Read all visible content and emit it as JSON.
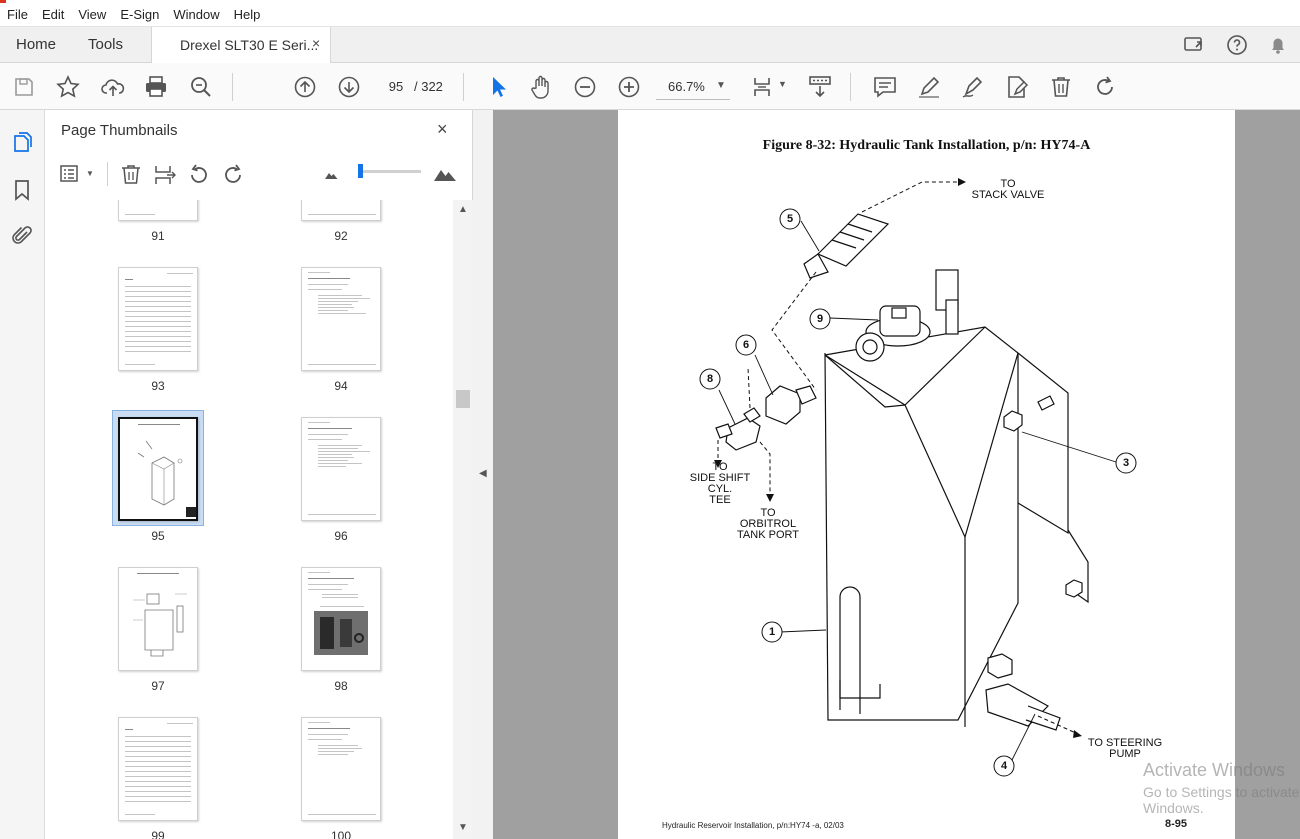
{
  "menu": [
    "File",
    "Edit",
    "View",
    "E-Sign",
    "Window",
    "Help"
  ],
  "tabs": {
    "home": "Home",
    "tools": "Tools",
    "document": "Drexel SLT30 E Seri...",
    "close": "×"
  },
  "toolbar": {
    "current_page": "95",
    "total_pages": "/ 322",
    "zoom": "66.7%"
  },
  "panel": {
    "title": "Page Thumbnails",
    "close": "×",
    "thumbnails": [
      {
        "label": "91",
        "kind": "text"
      },
      {
        "label": "92",
        "kind": "text"
      },
      {
        "label": "93",
        "kind": "text"
      },
      {
        "label": "94",
        "kind": "list"
      },
      {
        "label": "95",
        "kind": "figure",
        "selected": true
      },
      {
        "label": "96",
        "kind": "list"
      },
      {
        "label": "97",
        "kind": "figure"
      },
      {
        "label": "98",
        "kind": "photo"
      },
      {
        "label": "99",
        "kind": "text"
      },
      {
        "label": "100",
        "kind": "list"
      }
    ]
  },
  "document": {
    "figure_title": "Figure 8-32:  Hydraulic Tank Installation, p/n: HY74-A",
    "callouts": [
      "5",
      "9",
      "6",
      "8",
      "3",
      "1",
      "4"
    ],
    "labels": {
      "stack_valve_to": "TO",
      "stack_valve": "STACK VALVE",
      "side_shift_to": "TO",
      "side_shift_1": "SIDE SHIFT",
      "side_shift_2": "CYL.",
      "side_shift_3": "TEE",
      "orbitrol_to": "TO",
      "orbitrol_1": "ORBITROL",
      "orbitrol_2": "TANK PORT",
      "steering_1": "TO STEERING",
      "steering_2": "PUMP"
    },
    "footer_left": "Hydraulic Reservoir Installation, p/n:HY74 -a,  02/03",
    "footer_right": "8-95"
  },
  "watermark": {
    "line1": "Activate Windows",
    "line2": "Go to Settings to activate Windows."
  },
  "colors": {
    "accent": "#1473e6",
    "viewer_bg": "#a0a0a0",
    "selection": "#c9dcf2"
  }
}
